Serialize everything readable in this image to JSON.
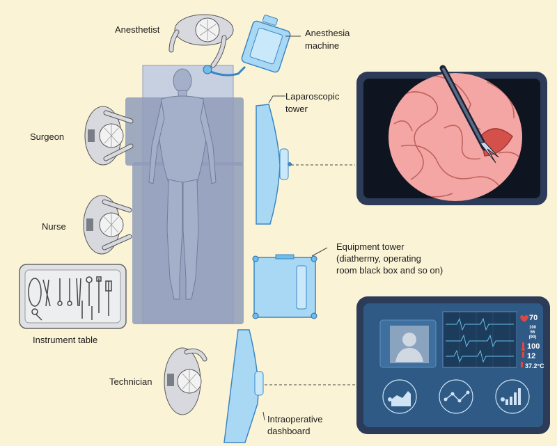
{
  "labels": {
    "anesthetist": "Anesthetist",
    "anesthesia_machine": [
      "Anesthesia",
      "machine"
    ],
    "laparoscopic_tower": [
      "Laparoscopic",
      "tower"
    ],
    "surgeon": "Surgeon",
    "nurse": "Nurse",
    "equipment_tower": [
      "Equipment tower",
      "(diathermy, operating",
      "room black box and so on)"
    ],
    "instrument_table": "Instrument table",
    "technician": "Technician",
    "intraoperative_dashboard": [
      "Intraoperative",
      "dashboard"
    ]
  },
  "dashboard_vitals": {
    "heart_rate": "70",
    "blood_pressure": [
      "100",
      "55",
      "(90)"
    ],
    "spo2": "100",
    "resp": "12",
    "temperature": "37.2°C"
  },
  "colors": {
    "background": "#fbf3d6",
    "equipment_blue": "#a9d8f4",
    "equipment_stroke": "#3a86c4",
    "staff_gray": "#d7d9de",
    "monitor_frame": "#2c3b57",
    "dashboard_screen": "#2f5a86",
    "tissue_pink": "#f3a6a3",
    "bed_blue_gray": "#9aa7c2"
  },
  "icons": [
    "person-silhouette-icon",
    "heart-icon",
    "thermometer-icon",
    "chart-area-icon",
    "chart-line-icon",
    "chart-bar-icon"
  ]
}
